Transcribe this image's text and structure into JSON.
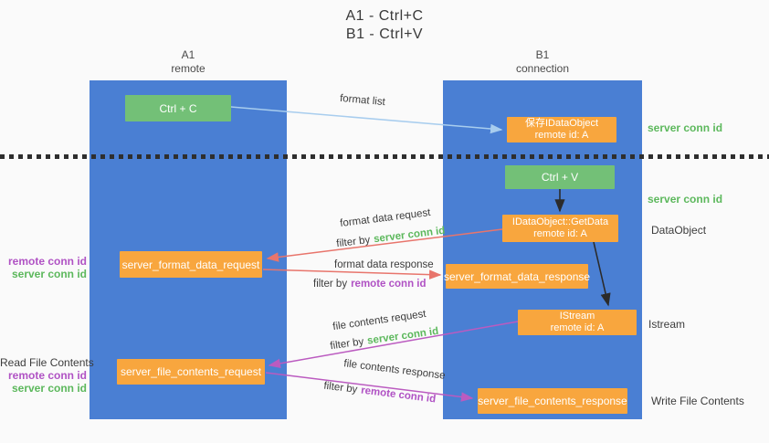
{
  "title": {
    "line1": "A1 - Ctrl+C",
    "line2": "B1 - Ctrl+V"
  },
  "lanes": [
    {
      "name": "A1",
      "sub": "remote"
    },
    {
      "name": "B1",
      "sub": "connection"
    }
  ],
  "nodes": {
    "ctrl_c": "Ctrl + C",
    "ctrl_v": "Ctrl + V",
    "save_idataobject": {
      "line1": "保存IDataObject",
      "line2": "remote id: A"
    },
    "getdata": {
      "line1": "IDataObject::GetData",
      "line2": "remote id: A"
    },
    "istream": {
      "line1": "IStream",
      "line2": "remote id: A"
    },
    "format_request": "server_format_data_request",
    "format_response": "server_format_data_response",
    "file_request": "server_file_contents_request",
    "file_response": "server_file_contents_response"
  },
  "edge_labels": {
    "format_list": "format list",
    "format_data_request": "format data request",
    "format_data_response": "format data response",
    "file_contents_request": "file contents request",
    "file_contents_response": "file contents response",
    "filter_by": "filter by",
    "server_conn_id": "server conn id",
    "remote_conn_id": "remote conn id"
  },
  "side_labels": {
    "server_conn_id": "server conn id",
    "remote_conn_id": "remote conn id",
    "dataobject": "DataObject",
    "istream": "Istream",
    "read_file_contents": "Read File Contents",
    "write_file_contents": "Write File Contents"
  },
  "colors": {
    "lane_blue": "#4a7fd3",
    "box_orange": "#f8a63e",
    "box_green": "#73c077",
    "text_green": "#5cb85c",
    "text_purple": "#b052c4",
    "arrow_salmon": "#e8756c",
    "arrow_magenta": "#bb5bc0",
    "arrow_blue": "#a8cdee",
    "arrow_black": "#2b2b2b"
  }
}
